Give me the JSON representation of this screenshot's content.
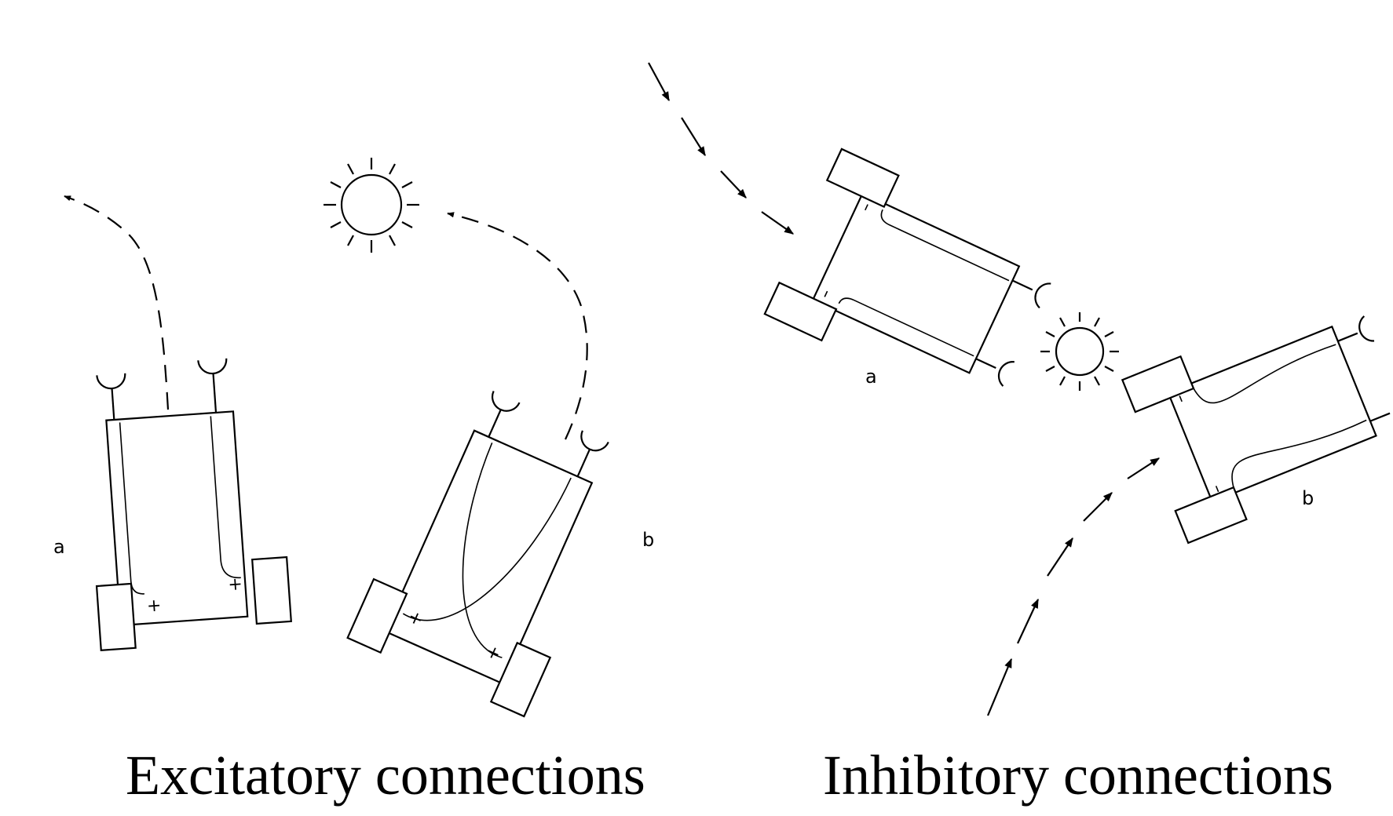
{
  "captions": {
    "excitatory": "Excitatory connections",
    "inhibitory": "Inhibitory connections"
  },
  "vehicle_labels": {
    "exc_a": "a",
    "exc_b": "b",
    "inh_a": "a",
    "inh_b": "b"
  },
  "sign": "+",
  "colors": {
    "ink": "#000000",
    "background": "#ffffff"
  }
}
